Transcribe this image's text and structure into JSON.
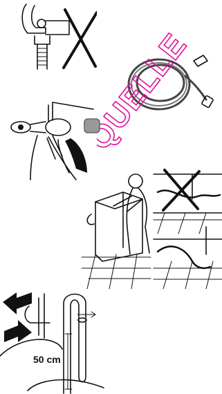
{
  "watermark": {
    "text": "QUELLE",
    "color": "#e0109a"
  },
  "figures": [
    {
      "id": "tap-not-allowed",
      "icon": "x-cross-icon"
    },
    {
      "id": "inlet-hose",
      "icon": "hose-coil-icon"
    },
    {
      "id": "hand-tighten-coupling",
      "icon": "hand-icon"
    },
    {
      "id": "move-machine-hose-kink",
      "icon": "x-cross-icon"
    },
    {
      "id": "drain-hose-height",
      "label": "50 cm"
    }
  ]
}
